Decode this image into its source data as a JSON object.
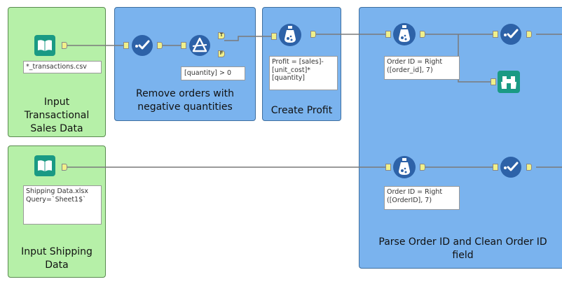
{
  "containers": {
    "input_transactional": {
      "title": "Input Transactional Sales Data"
    },
    "remove_orders": {
      "title": "Remove orders with negative quantities"
    },
    "create_profit": {
      "title": "Create Profit"
    },
    "input_shipping": {
      "title": "Input Shipping Data"
    },
    "parse_order": {
      "title": "Parse Order ID and Clean Order ID field"
    }
  },
  "annotations": {
    "transactions_file": "*_transactions.csv",
    "filter_expr": "[quantity] > 0",
    "profit_formula": "Profit = [sales]-[unit_cost]*[quantity]",
    "shipping_file": "Shipping Data.xlsx Query=`Sheet1$`",
    "order_id_formula_1": "Order ID = Right ([order_id], 7)",
    "order_id_formula_2": "Order ID = Right ([OrderID], 7)"
  },
  "filter_anchors": {
    "true_label": "T",
    "false_label": "F"
  },
  "colors": {
    "input_tool": "#1a9a84",
    "select_tool": "#2d62a8",
    "filter_tool": "#2d62a8",
    "formula_tool": "#2d62a8",
    "browse_tool": "#1a9a84",
    "wire": "#7a7a7a",
    "container_green": "#b6f0a8",
    "container_blue": "#7ab3ee"
  },
  "icons": {
    "input": "book-icon",
    "select": "checkmark-icon",
    "filter": "delta-icon",
    "formula": "flask-icon",
    "browse": "binoculars-icon"
  }
}
